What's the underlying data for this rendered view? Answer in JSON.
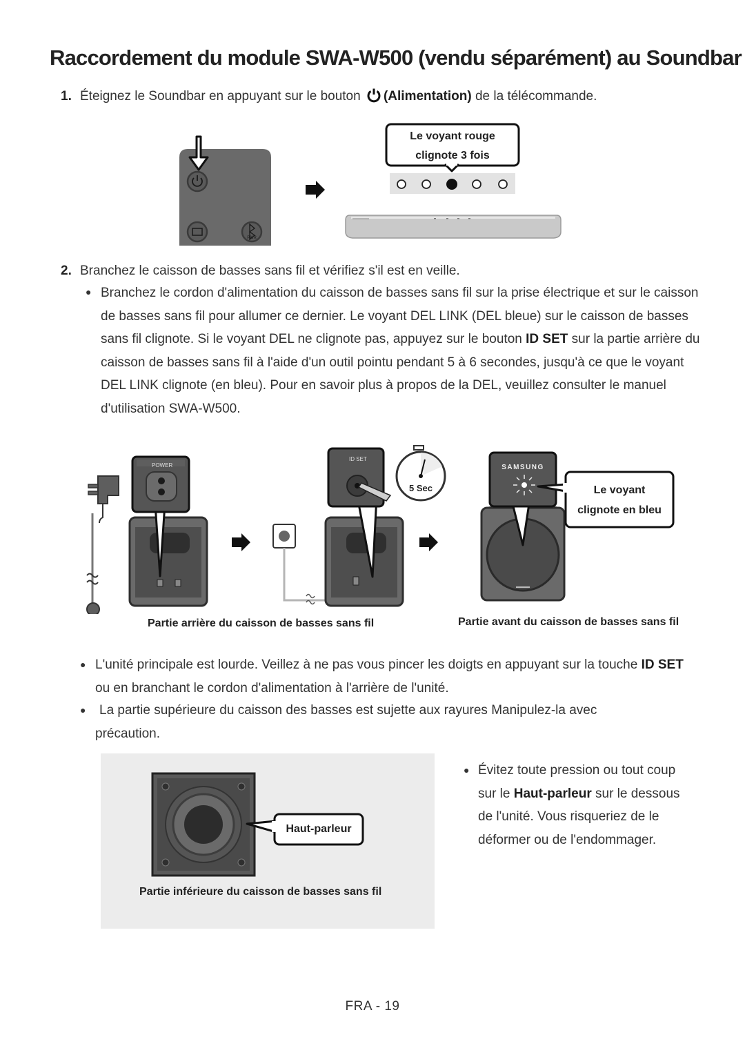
{
  "title": "Raccordement du module SWA-W500 (vendu séparément) au Soundbar",
  "step1": {
    "number": "1.",
    "text_before": "Éteignez le Soundbar en appuyant sur le bouton",
    "bold": "(Alimentation)",
    "text_after": "de la télécommande.",
    "callout_line1": "Le voyant rouge",
    "callout_line2": "clignote 3 fois",
    "remote_pair_label": "PAIR"
  },
  "step2": {
    "number": "2.",
    "text": "Branchez le caisson de basses sans fil et vérifiez s'il est en veille.",
    "bullet_part1": "Branchez le cordon d'alimentation du caisson de basses sans fil sur la prise électrique et sur le caisson de basses sans fil pour allumer ce dernier. Le voyant DEL LINK (DEL bleue) sur le caisson de basses sans fil clignote. Si le voyant DEL ne clignote pas, appuyez sur le bouton",
    "bullet_bold": "ID SET",
    "bullet_part2": "sur la partie arrière du caisson de basses sans fil à l'aide d'un outil pointu pendant 5 à 6 secondes, jusqu'à ce que le voyant DEL LINK clignote (en bleu). Pour en savoir plus à propos de la DEL, veuillez consulter le manuel d'utilisation SWA-W500."
  },
  "diagram2": {
    "power_label": "POWER",
    "idset_label": "ID SET",
    "timer_label": "5 Sec",
    "brand_label": "SAMSUNG",
    "callout_line1": "Le voyant",
    "callout_line2": "clignote en bleu",
    "caption_rear": "Partie arrière du caisson de basses sans fil",
    "caption_front": "Partie avant du caisson de basses sans fil"
  },
  "notes": {
    "note1_part1": "L'unité principale est lourde. Veillez à ne pas vous pincer les doigts en appuyant sur la touche",
    "note1_bold": "ID SET",
    "note1_part2": "ou en branchant le cordon d'alimentation à l'arrière de l'unité.",
    "note2": "La partie supérieure du caisson des basses est sujette aux rayures Manipulez-la avec précaution."
  },
  "bottom": {
    "speaker_label": "Haut-parleur",
    "caption": "Partie inférieure du caisson de basses sans fil",
    "note_part1": "Évitez toute pression ou tout coup sur le",
    "note_bold": "Haut-parleur",
    "note_part2": "sur le dessous de l'unité. Vous risqueriez de le déformer ou de l'endommager."
  },
  "footer": "FRA - 19"
}
